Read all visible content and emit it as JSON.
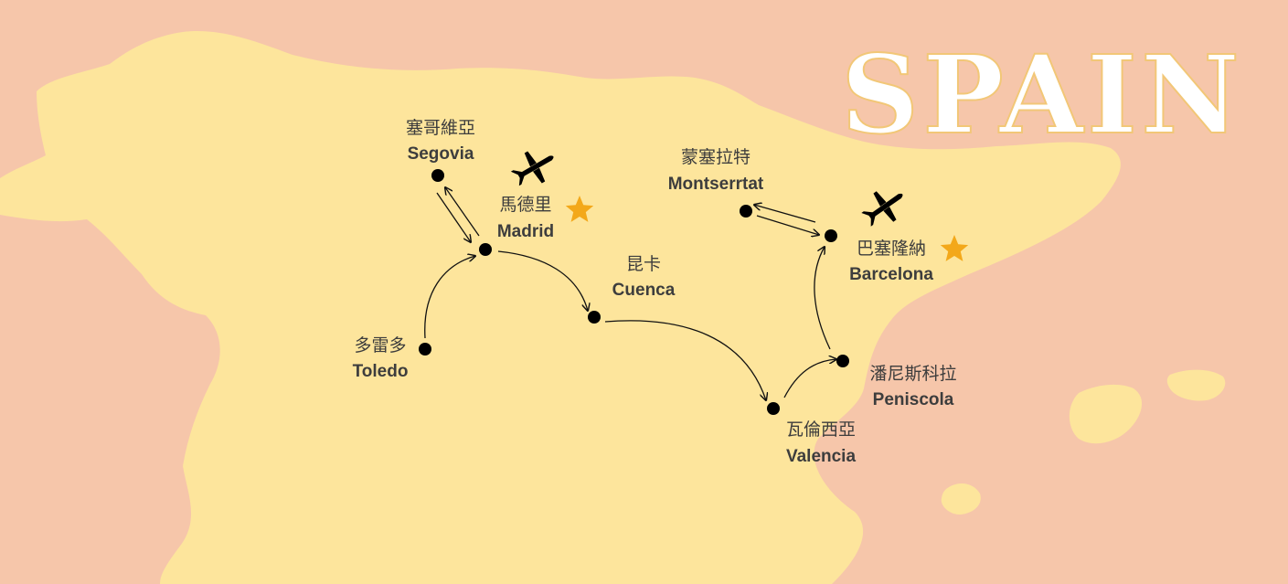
{
  "map": {
    "title": "SPAIN",
    "colors": {
      "sea": "#f6c6aa",
      "land": "#fde59c",
      "dot": "#000000",
      "star": "#f3a81a",
      "text": "#3d3d3d",
      "title_fill": "#ffffff",
      "title_outline": "#f2c777"
    },
    "icons": [
      "airplane-icon",
      "star-icon"
    ],
    "cities": {
      "segovia": {
        "zh": "塞哥維亞",
        "en": "Segovia"
      },
      "madrid": {
        "zh": "馬德里",
        "en": "Madrid"
      },
      "toledo": {
        "zh": "多雷多",
        "en": "Toledo"
      },
      "cuenca": {
        "zh": "昆卡",
        "en": "Cuenca"
      },
      "montserrat": {
        "zh": "蒙塞拉特",
        "en": "Montserrtat"
      },
      "barcelona": {
        "zh": "巴塞隆納",
        "en": "Barcelona"
      },
      "peniscola": {
        "zh": "潘尼斯科拉",
        "en": "Peniscola"
      },
      "valencia": {
        "zh": "瓦倫西亞",
        "en": "Valencia"
      }
    }
  }
}
